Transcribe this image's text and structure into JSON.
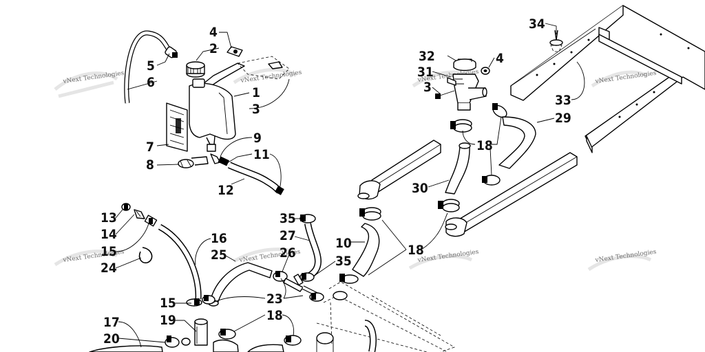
{
  "diagram": {
    "watermark_text": "vNext Technologies",
    "callouts": [
      {
        "id": "c4a",
        "label": "4"
      },
      {
        "id": "c2",
        "label": "2"
      },
      {
        "id": "c5",
        "label": "5"
      },
      {
        "id": "c6",
        "label": "6"
      },
      {
        "id": "c1",
        "label": "1"
      },
      {
        "id": "c3a",
        "label": "3"
      },
      {
        "id": "c9",
        "label": "9"
      },
      {
        "id": "c11",
        "label": "11"
      },
      {
        "id": "c7",
        "label": "7"
      },
      {
        "id": "c8",
        "label": "8"
      },
      {
        "id": "c12",
        "label": "12"
      },
      {
        "id": "c34",
        "label": "34"
      },
      {
        "id": "c32",
        "label": "32"
      },
      {
        "id": "c4b",
        "label": "4"
      },
      {
        "id": "c31",
        "label": "31"
      },
      {
        "id": "c3b",
        "label": "3"
      },
      {
        "id": "c33",
        "label": "33"
      },
      {
        "id": "c29",
        "label": "29"
      },
      {
        "id": "c18a",
        "label": "18"
      },
      {
        "id": "c30",
        "label": "30"
      },
      {
        "id": "c13",
        "label": "13"
      },
      {
        "id": "c14",
        "label": "14"
      },
      {
        "id": "c15a",
        "label": "15"
      },
      {
        "id": "c24",
        "label": "24"
      },
      {
        "id": "c16",
        "label": "16"
      },
      {
        "id": "c25",
        "label": "25"
      },
      {
        "id": "c35a",
        "label": "35"
      },
      {
        "id": "c27",
        "label": "27"
      },
      {
        "id": "c26",
        "label": "26"
      },
      {
        "id": "c35b",
        "label": "35"
      },
      {
        "id": "c10",
        "label": "10"
      },
      {
        "id": "c18b",
        "label": "18"
      },
      {
        "id": "c23",
        "label": "23"
      },
      {
        "id": "c15b",
        "label": "15"
      },
      {
        "id": "c19",
        "label": "19"
      },
      {
        "id": "c18c",
        "label": "18"
      },
      {
        "id": "c17",
        "label": "17"
      },
      {
        "id": "c20",
        "label": "20"
      }
    ]
  }
}
